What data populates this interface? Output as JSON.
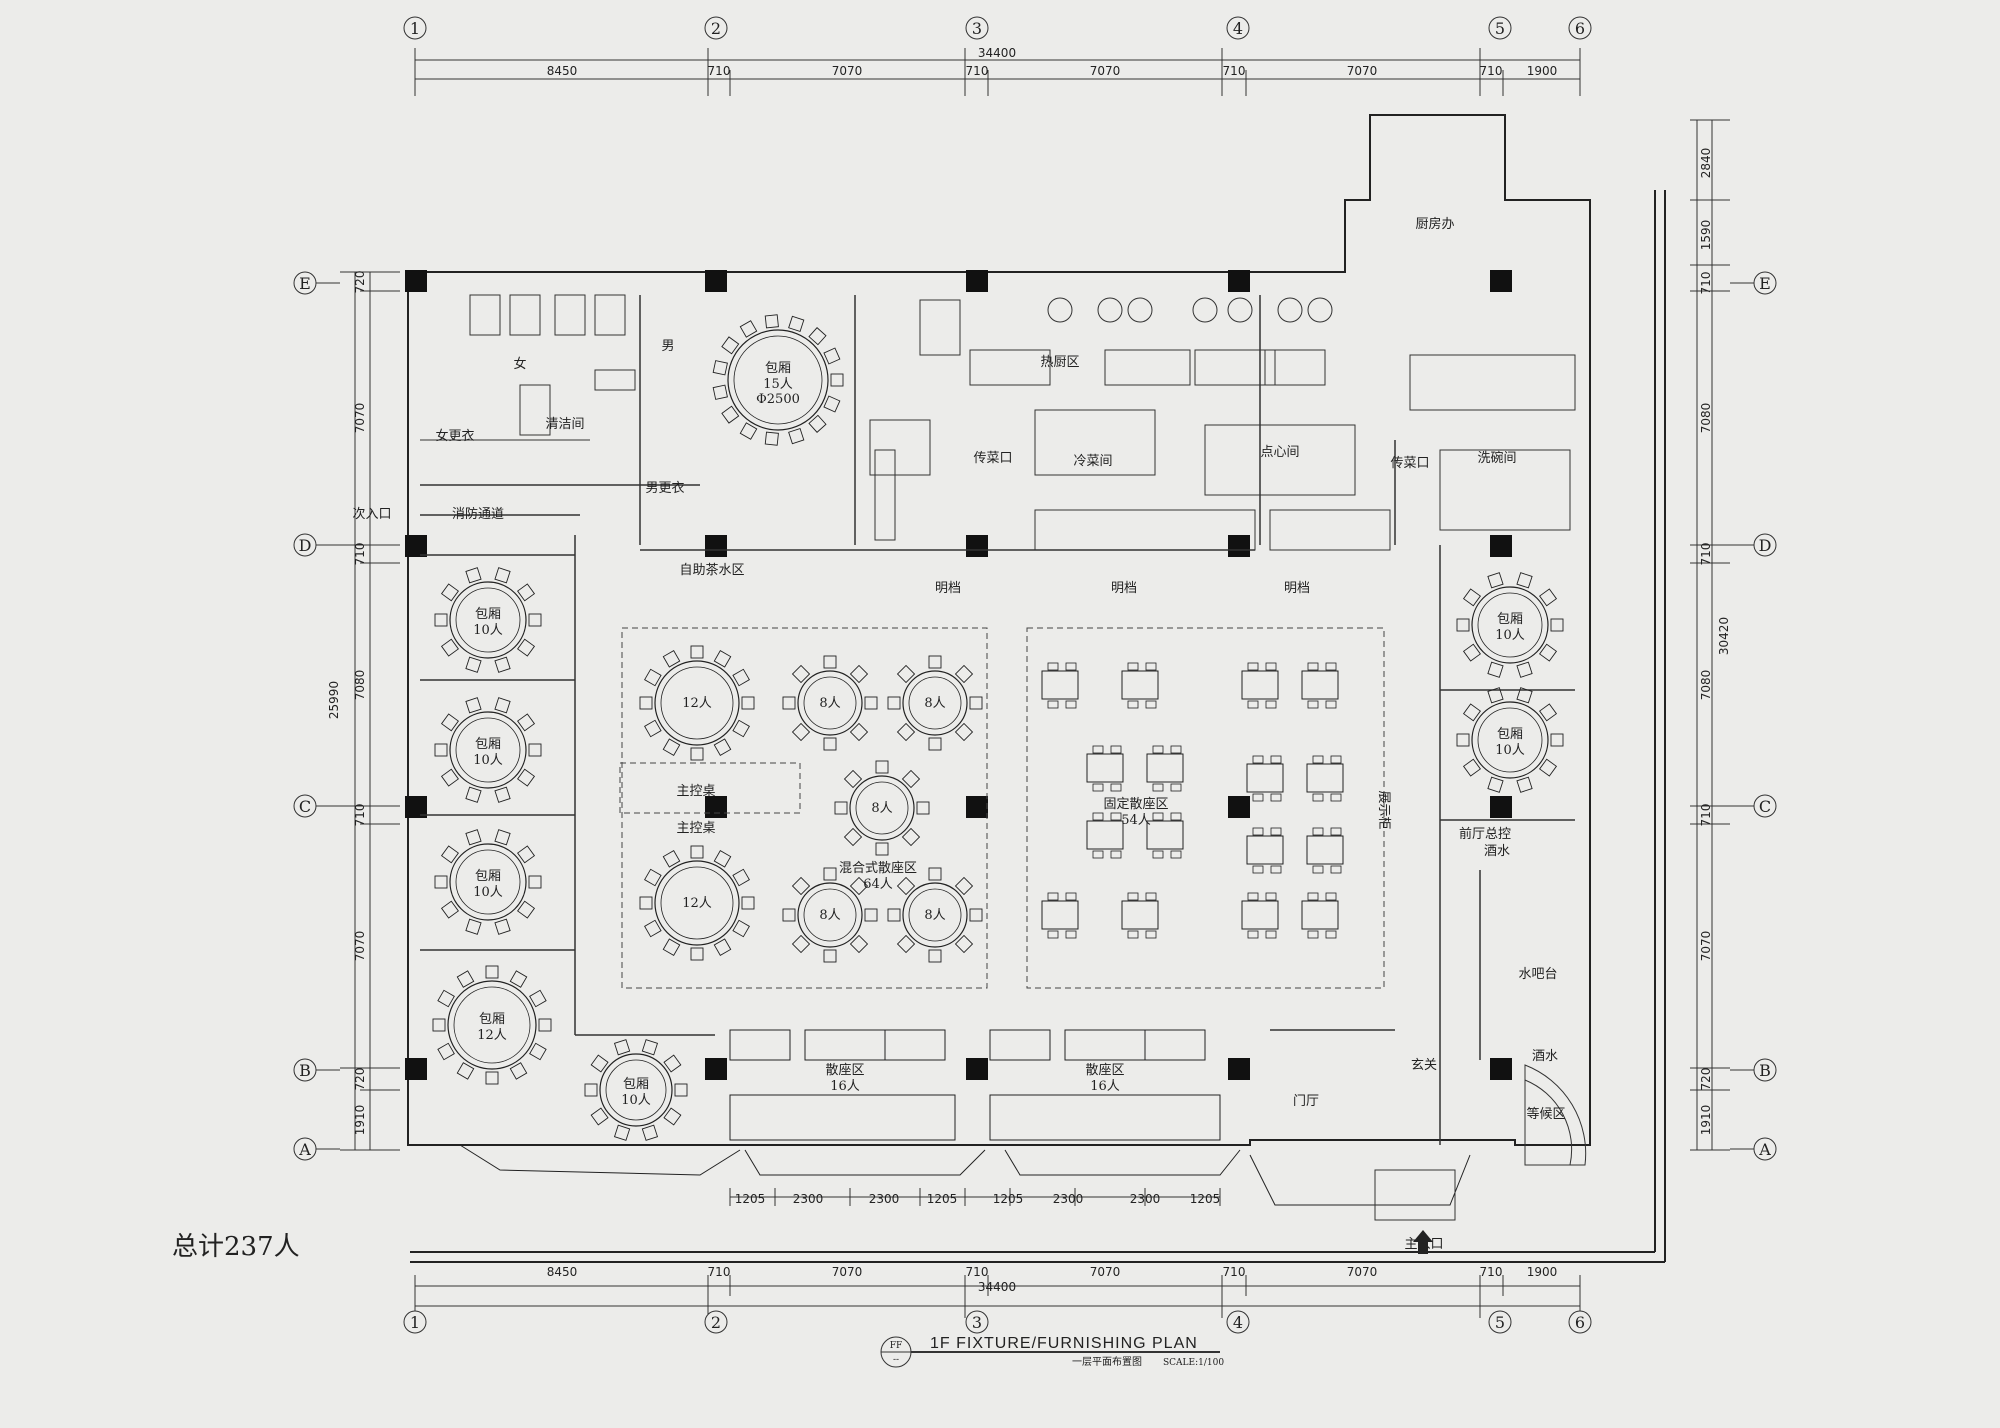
{
  "drawing": {
    "title_en": "1F  FIXTURE/FURNISHING PLAN",
    "title_cn": "一层平面布置图",
    "scale": "SCALE:1/100",
    "badge_top": "FF",
    "badge_bottom": "--",
    "total": "总计237人",
    "main_entrance": "主入口"
  },
  "grid": {
    "columns": [
      "1",
      "2",
      "3",
      "4",
      "5",
      "6"
    ],
    "rows": [
      "E",
      "D",
      "C",
      "B",
      "A"
    ]
  },
  "dimensions": {
    "top_segments": [
      "8450",
      "710",
      "7070",
      "710",
      "7070",
      "710",
      "7070",
      "710",
      "1900"
    ],
    "overall_horizontal": "34400",
    "left_segments": [
      "720",
      "7070",
      "710",
      "7080",
      "710",
      "7070",
      "720",
      "1910"
    ],
    "overall_left": "25990",
    "right_segments": [
      "2840",
      "1590",
      "710",
      "7080",
      "710",
      "7080",
      "710",
      "7070",
      "720",
      "1910"
    ],
    "overall_right": "30420",
    "front_segments": [
      "1205",
      "2300",
      "2300",
      "1205",
      "1205",
      "2300",
      "2300",
      "1205"
    ]
  },
  "rooms": {
    "female_wc": "女",
    "male_wc": "男",
    "female_changing": "女更衣",
    "male_changing": "男更衣",
    "cleaning": "清洁间",
    "corridor": "消防通道",
    "side_entrance": "次入口",
    "private_15": "包厢\n15人\nΦ2500",
    "private_room": "包厢",
    "ten_people": "10人",
    "twelve_people": "12人",
    "twelve": "12人",
    "eight": "8人",
    "tea_area": "自助茶水区",
    "mingdang": "明档",
    "main_console": "主控桌",
    "mixed_area": "混合式散座区",
    "mixed_count": "64人",
    "fixed_area": "固定散座区",
    "fixed_count": "54人",
    "display": "展示柜",
    "front_desk": "前厅总控",
    "wine": "酒水",
    "bar": "水吧台",
    "lobby": "门厅",
    "entrance": "玄关",
    "waiting": "等候区",
    "scatter": "散座区",
    "sixteen": "16人",
    "kitchen_hot": "热厨区",
    "kitchen_cold": "冷菜间",
    "kitchen_wash": "洗碗间",
    "kitchen_dim": "点心间",
    "pass": "传菜口",
    "office": "厨房办"
  }
}
